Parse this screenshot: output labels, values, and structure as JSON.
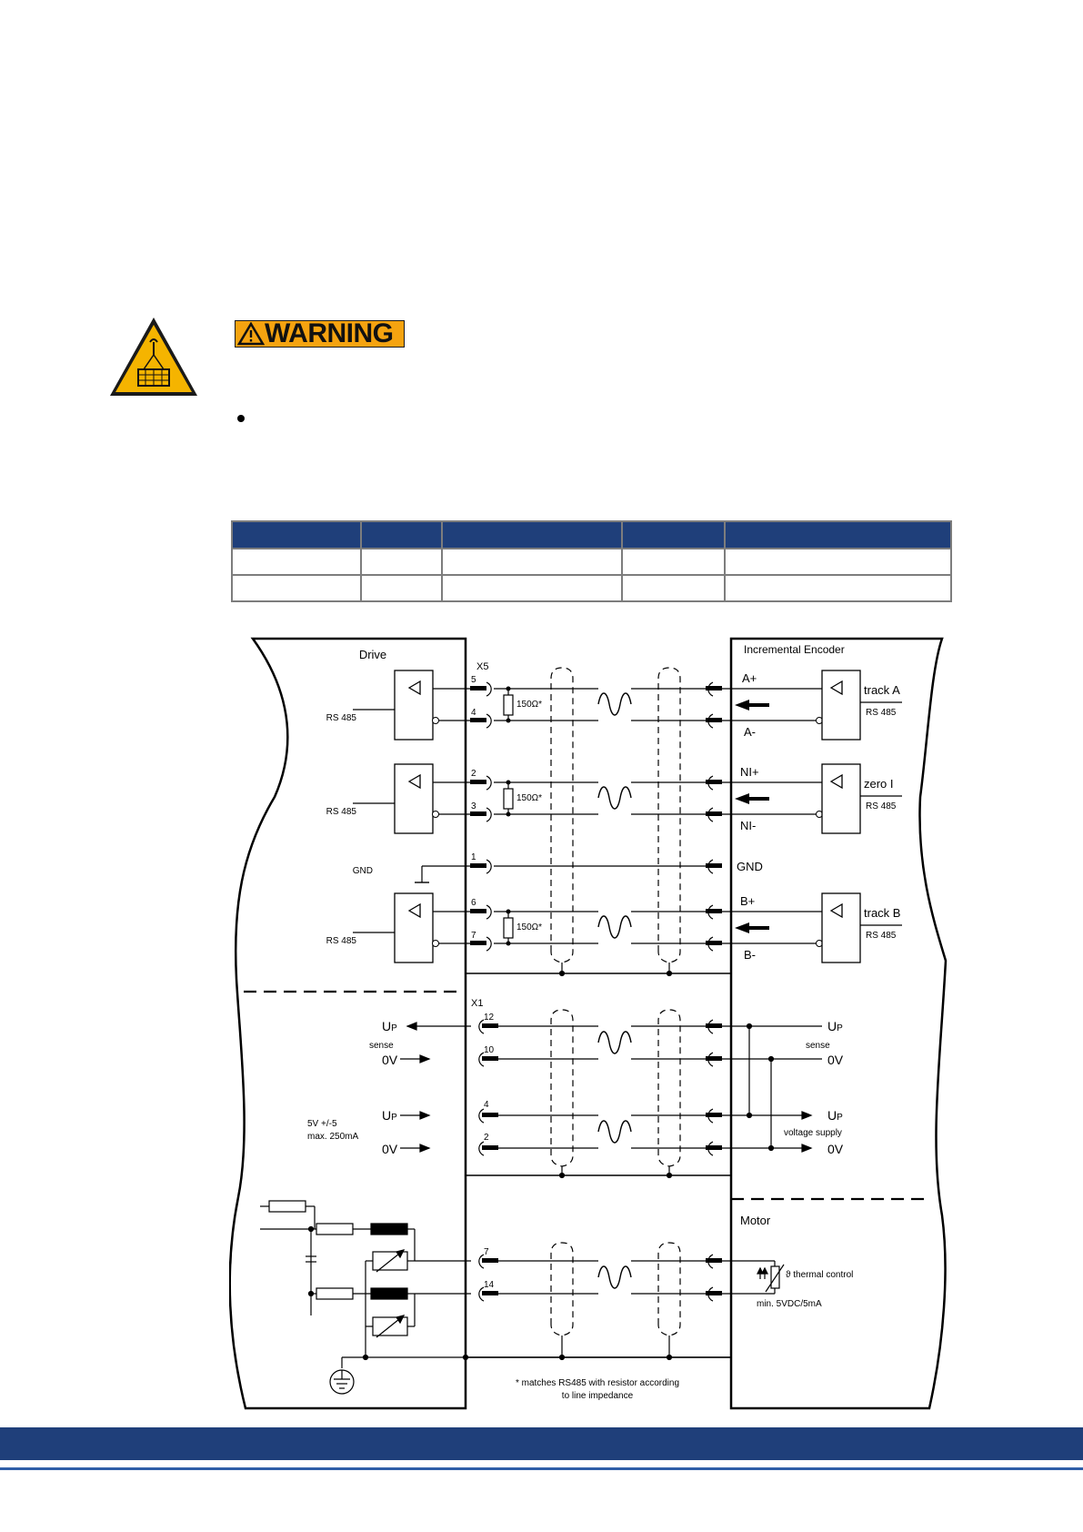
{
  "warning": {
    "label": "WARNING",
    "icon": "suspended-load-warning-icon",
    "badge_color": "#f5a310"
  },
  "table": {
    "header_color": "#1f3f7a",
    "columns": 5,
    "rows": 2
  },
  "diagram": {
    "drive_label": "Drive",
    "encoder_label": "Incremental Encoder",
    "motor_label": "Motor",
    "x5": "X5",
    "x1": "X1",
    "rs485": "RS 485",
    "gnd_drive": "GND",
    "resistor": "150Ω*",
    "channels": [
      {
        "top_pin": "5",
        "bottom_pin": "4",
        "plus": "A+",
        "minus": "A-",
        "track": "track A"
      },
      {
        "top_pin": "2",
        "bottom_pin": "3",
        "plus": "NI+",
        "minus": "NI-",
        "track": "zero I"
      }
    ],
    "gnd_pin": "1",
    "gnd_encoder": "GND",
    "track_b": {
      "top_pin": "6",
      "bottom_pin": "7",
      "plus": "B+",
      "minus": "B-",
      "track": "track B"
    },
    "supply": {
      "pin12": "12",
      "pin10": "10",
      "pin4": "4",
      "pin2": "2",
      "up": "U",
      "up_sub": "P",
      "sense": "sense",
      "zero_v": "0V",
      "spec_line1": "5V +/-5",
      "spec_line2": "max. 250mA",
      "voltage_supply": "voltage supply"
    },
    "motor": {
      "pin7": "7",
      "pin14": "14",
      "thermal": "thermal control",
      "min": "min. 5VDC/5mA"
    },
    "footnote_line1": "* matches RS485 with resistor according",
    "footnote_line2": "to line impedance"
  },
  "footer": {
    "band_color": "#1f3f7a",
    "line_color": "#2f5ea8"
  }
}
